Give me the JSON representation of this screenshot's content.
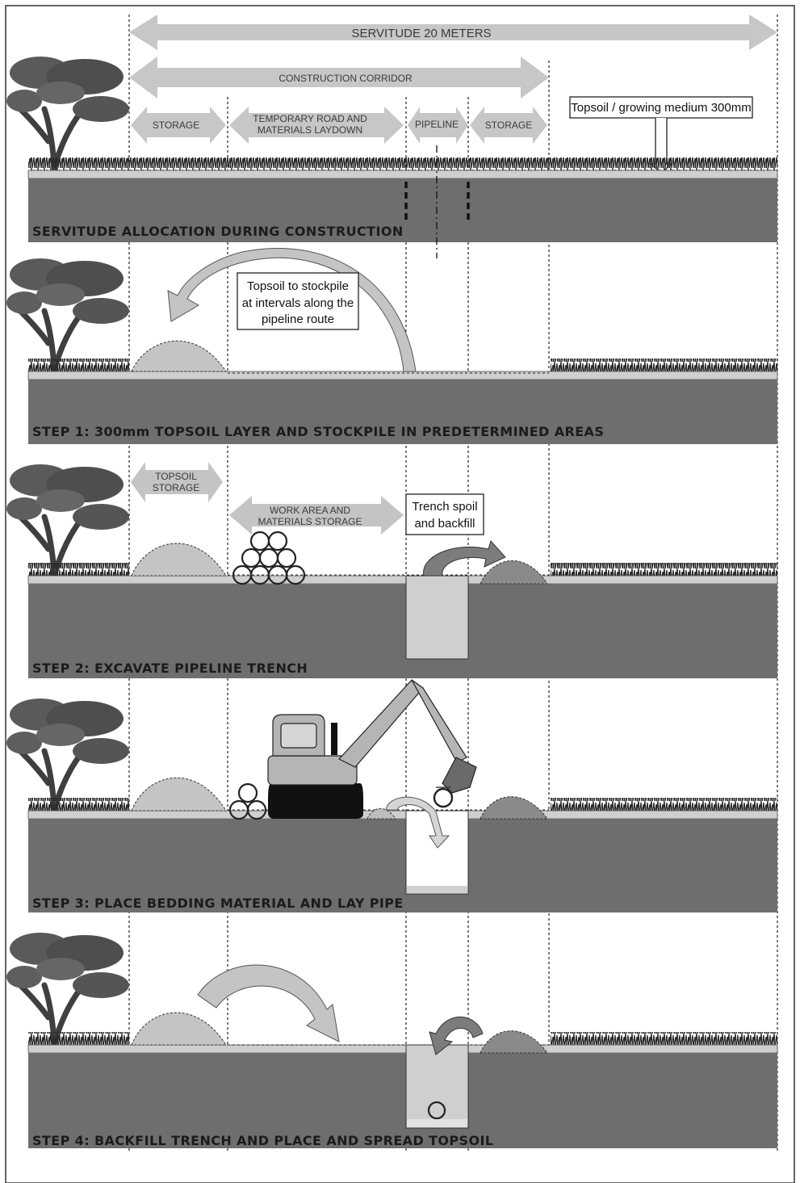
{
  "colors": {
    "soil": "#6e6e6e",
    "topsoil": "#cfcfcf",
    "arrow_light": "#c4c4c4",
    "arrow_mid": "#9d9d9d",
    "arrow_dark": "#6a6a6a",
    "grass": "#2a2a2a",
    "tree": "#5a5a5a"
  },
  "icons": {
    "tree": "tree-icon",
    "excavator": "excavator-icon",
    "pipe_stack": "pipe-stack-icon"
  },
  "top_panel": {
    "servitude_label": "SERVITUDE 20 METERS",
    "corridor_label": "CONSTRUCTION CORRIDOR",
    "storage_left_label": "STORAGE",
    "road_label_line1": "TEMPORARY ROAD AND",
    "road_label_line2": "MATERIALS LAYDOWN",
    "pipeline_label": "PIPELINE",
    "storage_right_label": "STORAGE",
    "topsoil_callout": "Topsoil / growing medium 300mm",
    "title": "SERVITUDE ALLOCATION DURING CONSTRUCTION"
  },
  "step1": {
    "callout_line1": "Topsoil to stockpile",
    "callout_line2": "at intervals along the",
    "callout_line3": "pipeline route",
    "title": "STEP 1:  300mm TOPSOIL LAYER AND STOCKPILE IN PREDETERMINED AREAS"
  },
  "step2": {
    "topsoil_storage_line1": "TOPSOIL",
    "topsoil_storage_line2": "STORAGE",
    "work_area_line1": "WORK AREA  AND",
    "work_area_line2": "MATERIALS STORAGE",
    "callout_line1": "Trench spoil",
    "callout_line2": "and backfill",
    "title": "STEP 2:  EXCAVATE PIPELINE TRENCH"
  },
  "step3": {
    "title": "STEP 3:  PLACE BEDDING MATERIAL AND LAY PIPE"
  },
  "step4": {
    "title": "STEP 4:  BACKFILL TRENCH AND PLACE AND SPREAD TOPSOIL"
  }
}
